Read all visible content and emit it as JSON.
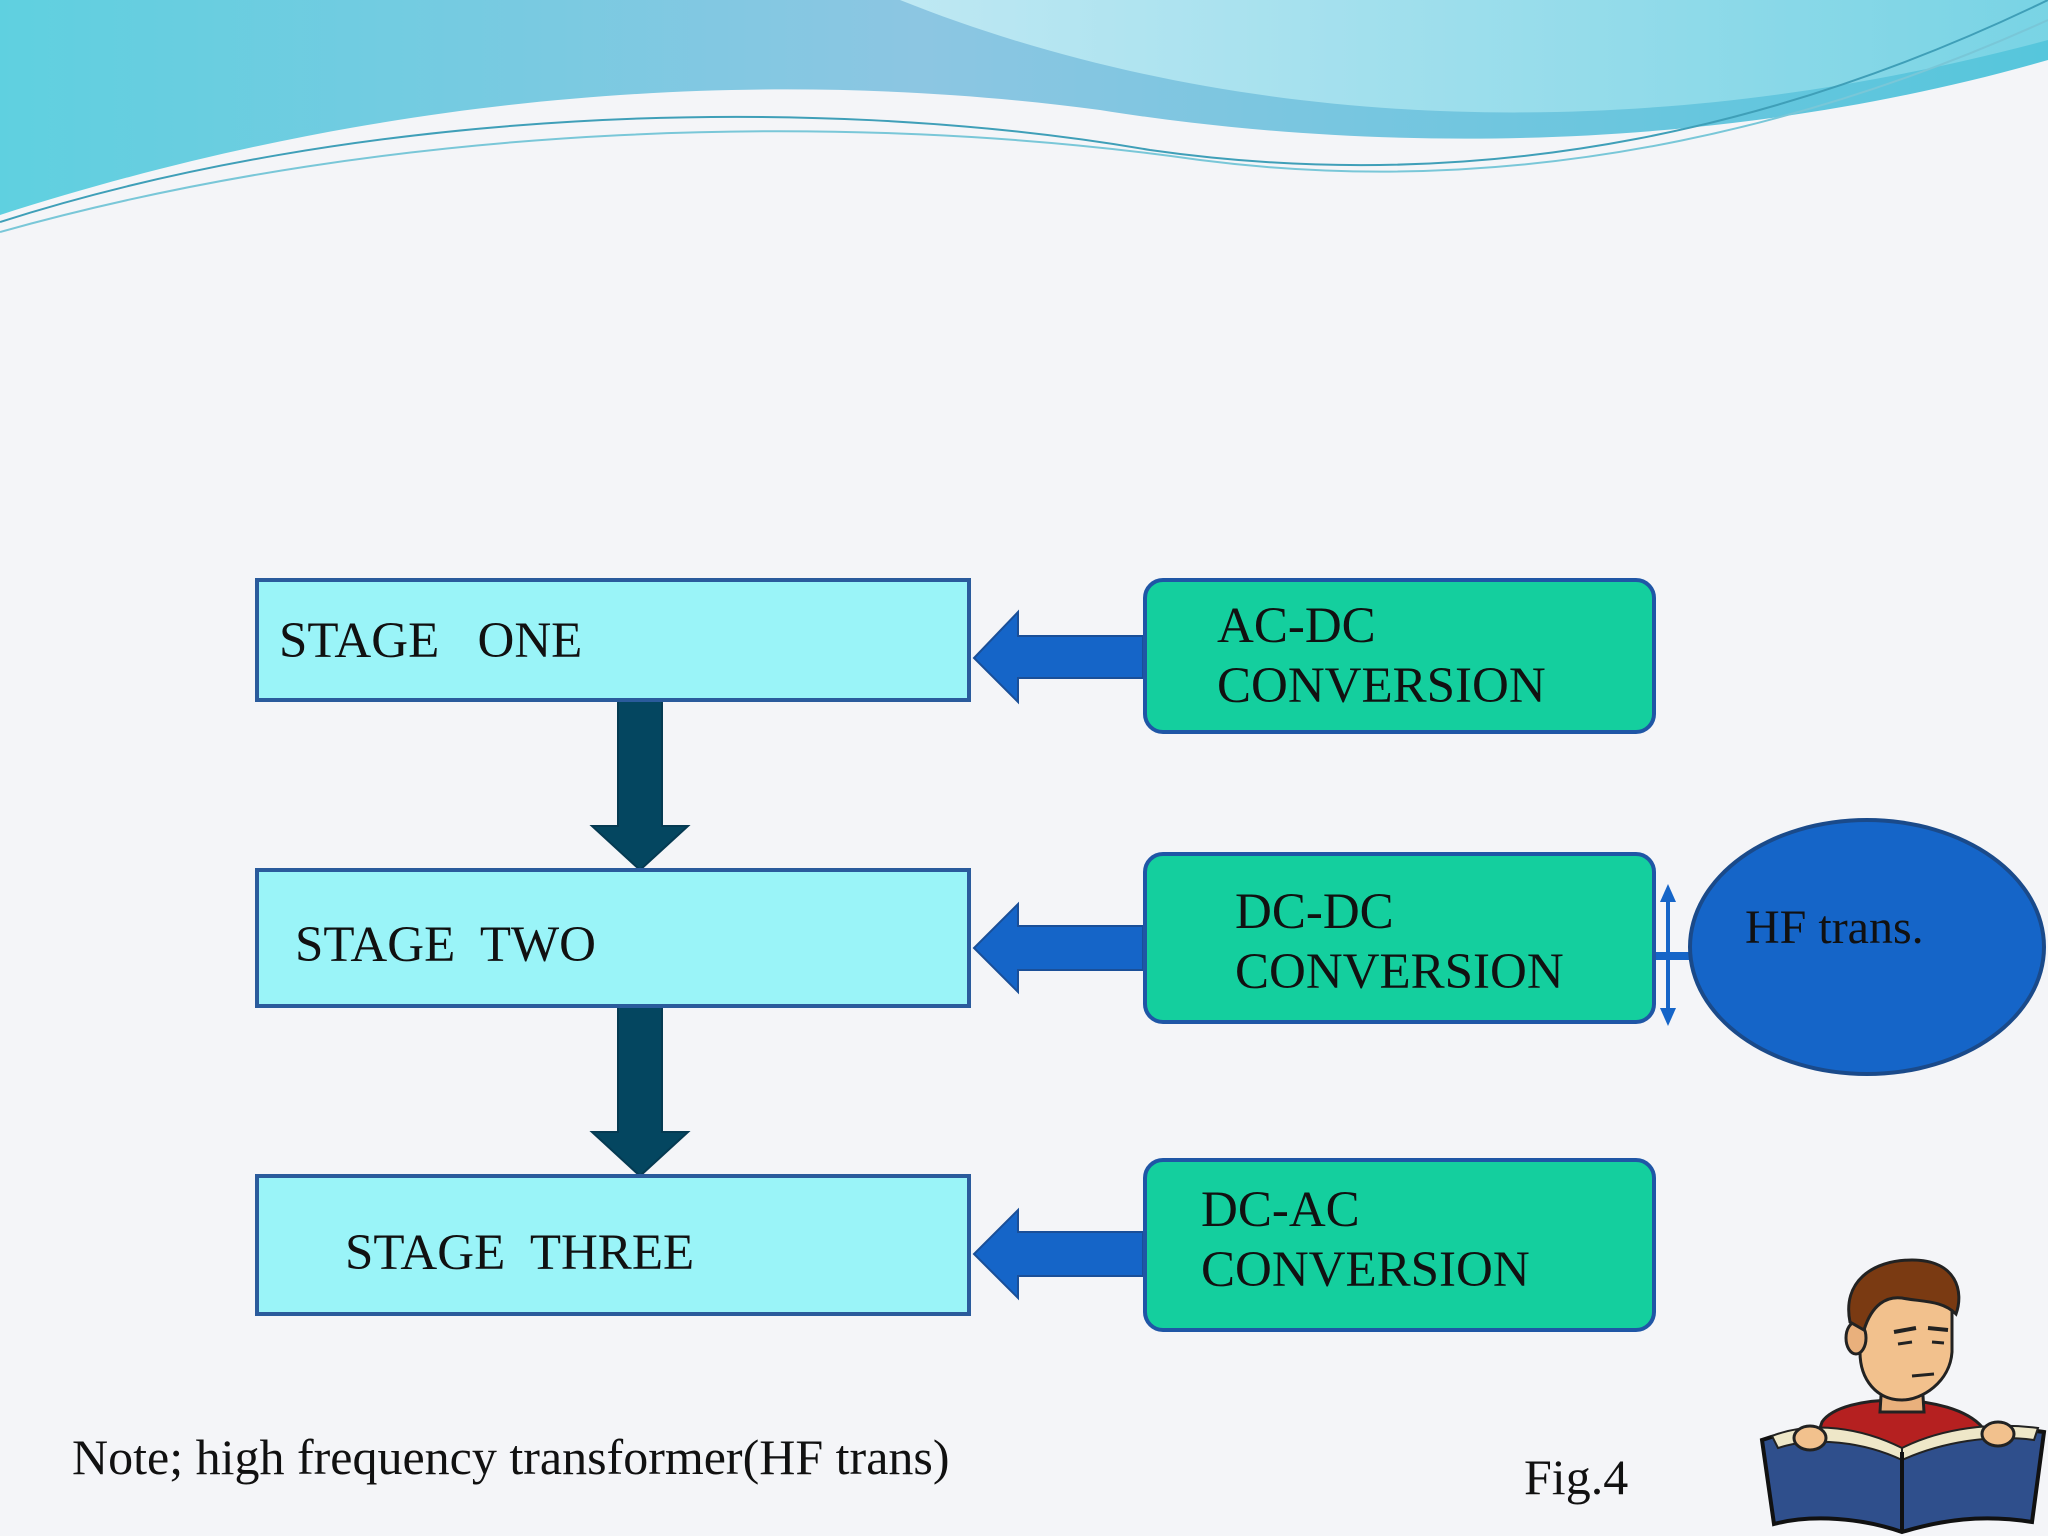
{
  "stages": [
    {
      "label": "STAGE   ONE"
    },
    {
      "label": "STAGE  TWO"
    },
    {
      "label": "STAGE  THREE"
    }
  ],
  "conversions": [
    {
      "line1": "AC-DC",
      "line2": "CONVERSION"
    },
    {
      "line1": "DC-DC",
      "line2": "CONVERSION"
    },
    {
      "line1": "DC-AC",
      "line2": "CONVERSION"
    }
  ],
  "hf": {
    "label": "HF trans."
  },
  "note": "Note; high frequency transformer(HF trans)",
  "figure_label": "Fig.4",
  "colors": {
    "stage_fill": "#9af4f8",
    "conversion_fill": "#14cf9e",
    "arrow_down": "#044660",
    "arrow_left": "#1565c8",
    "ellipse_fill": "#1565c8"
  },
  "icons": {
    "reader": "person-reading-book-icon"
  }
}
